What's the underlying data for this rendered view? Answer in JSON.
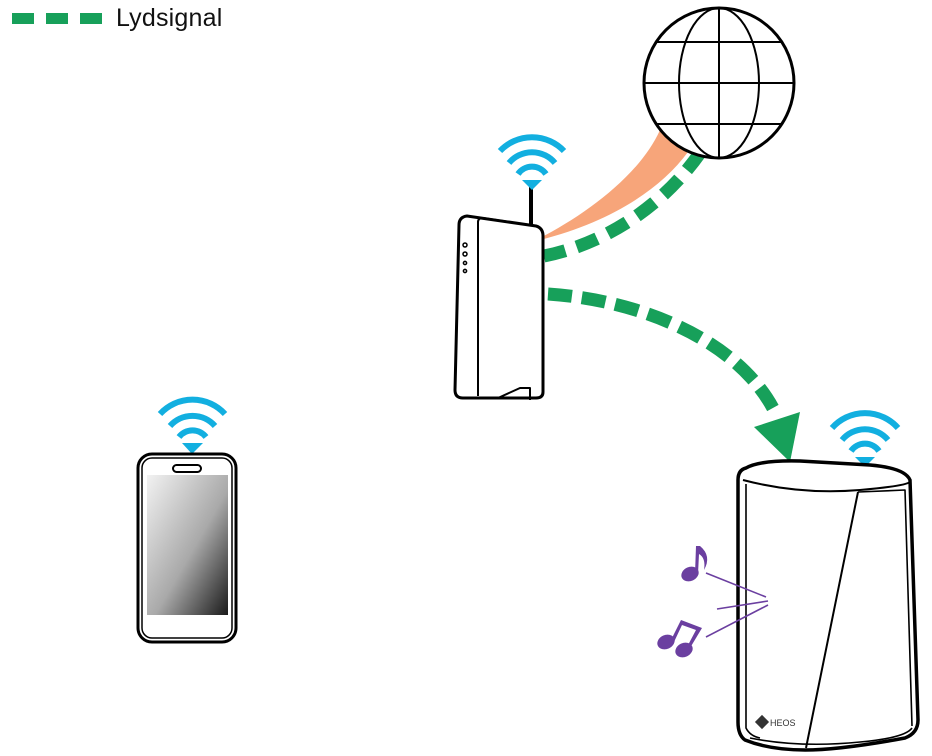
{
  "legend": {
    "label": "Lydsignal",
    "swatch_color": "#17a05a"
  },
  "colors": {
    "audio_signal": "#17a05a",
    "internet_link": "#f7a57a",
    "wifi": "#12afe0",
    "music_notes": "#6b3fa0",
    "outline": "#000000"
  },
  "devices": {
    "globe": {
      "name": "internet-globe"
    },
    "router": {
      "name": "wireless-router"
    },
    "phone": {
      "name": "smartphone"
    },
    "speaker": {
      "name": "heos-speaker",
      "brand_label": "HEOS"
    }
  },
  "icons": [
    "wifi-icon",
    "globe-icon",
    "router-icon",
    "phone-icon",
    "speaker-icon",
    "music-note-icon",
    "arrow-icon"
  ]
}
